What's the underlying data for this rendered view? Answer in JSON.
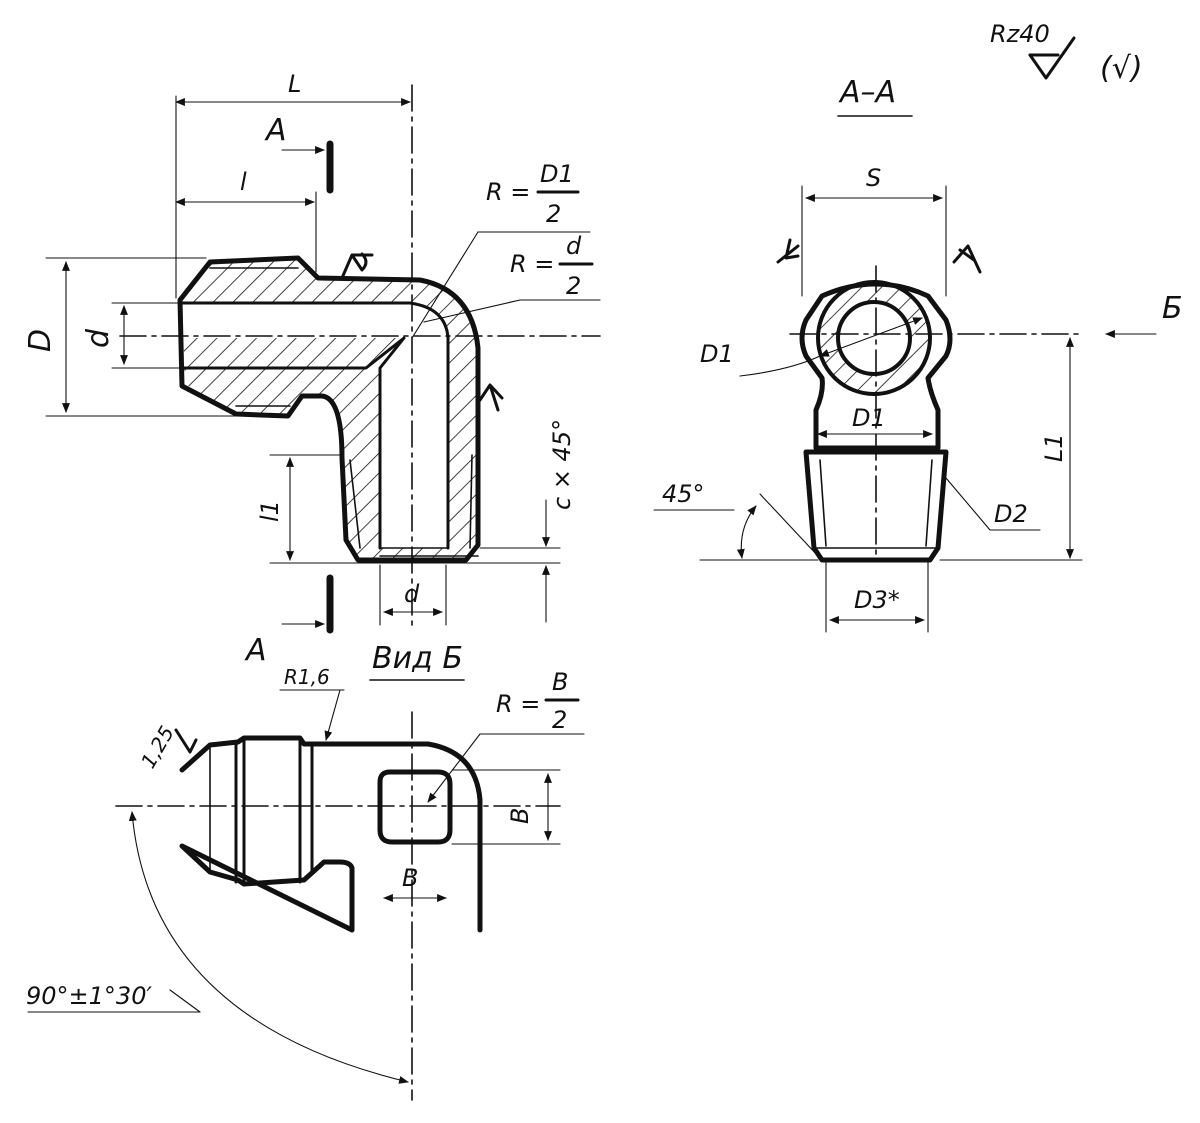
{
  "roughness": {
    "value": "Rz40",
    "general": "(√)"
  },
  "section_label": "A–A",
  "view_label": "Вид Б",
  "labels": {
    "section_marker": "A",
    "view_marker": "Б",
    "length_total": "L",
    "length_thread": "l",
    "length_lower": "l1",
    "diameter_outer": "D",
    "diameter_bore": "d",
    "radius_outer_num": "R =",
    "radius_outer_frac_top": "D1",
    "radius_outer_frac_bot": "2",
    "radius_inner_num": "R =",
    "radius_inner_frac_top": "d",
    "radius_inner_frac_bot": "2",
    "chamfer": "c × 45°",
    "bore_lower": "d",
    "wrench_size": "S",
    "d1_circle": "D1",
    "d1_neck": "D1",
    "d2_thread": "D2",
    "d3_star": "D3*",
    "length_L1": "L1",
    "angle_45": "45°",
    "radius_small": "R1,6",
    "roughness_small": "1,25",
    "radius_b_num": "R =",
    "radius_b_top": "B",
    "radius_b_bot": "2",
    "width_b_vert": "B",
    "width_b_horiz": "B",
    "angle_90": "90°±1°30′"
  }
}
